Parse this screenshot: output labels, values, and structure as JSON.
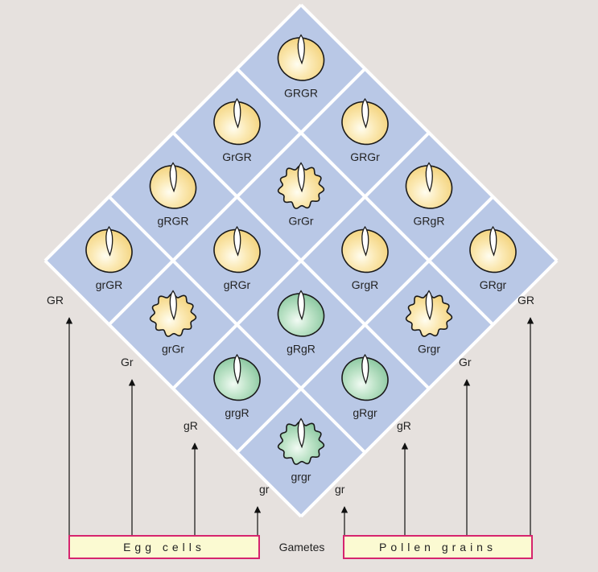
{
  "grid": {
    "cells": [
      {
        "label": "GRGR",
        "color": "yellow",
        "shape": "round"
      },
      {
        "label": "GRGr",
        "color": "yellow",
        "shape": "round"
      },
      {
        "label": "GRgR",
        "color": "yellow",
        "shape": "round"
      },
      {
        "label": "GRgr",
        "color": "yellow",
        "shape": "round"
      },
      {
        "label": "GrGR",
        "color": "yellow",
        "shape": "round"
      },
      {
        "label": "GrGr",
        "color": "yellow",
        "shape": "wrinkled"
      },
      {
        "label": "GrgR",
        "color": "yellow",
        "shape": "round"
      },
      {
        "label": "Grgr",
        "color": "yellow",
        "shape": "wrinkled"
      },
      {
        "label": "gRGR",
        "color": "yellow",
        "shape": "round"
      },
      {
        "label": "gRGr",
        "color": "yellow",
        "shape": "round"
      },
      {
        "label": "gRgR",
        "color": "green",
        "shape": "round"
      },
      {
        "label": "gRgr",
        "color": "green",
        "shape": "round"
      },
      {
        "label": "grGR",
        "color": "yellow",
        "shape": "round"
      },
      {
        "label": "grGr",
        "color": "yellow",
        "shape": "wrinkled"
      },
      {
        "label": "grgR",
        "color": "green",
        "shape": "round"
      },
      {
        "label": "grgr",
        "color": "green",
        "shape": "wrinkled"
      }
    ]
  },
  "egg_gametes": [
    "GR",
    "Gr",
    "gR",
    "gr"
  ],
  "pollen_gametes": [
    "gr",
    "gR",
    "Gr",
    "GR"
  ],
  "labels": {
    "egg_cells": "Egg cells",
    "gametes": "Gametes",
    "pollen_grains": "Pollen grains"
  },
  "colors": {
    "background": "#e6e1de",
    "cell_fill": "#b9c8e6",
    "grid_line": "#ffffff",
    "yellow_seed": "#f7dc87",
    "green_seed": "#98d1ad",
    "box_border": "#d6246e",
    "box_fill": "#fbfad2"
  }
}
